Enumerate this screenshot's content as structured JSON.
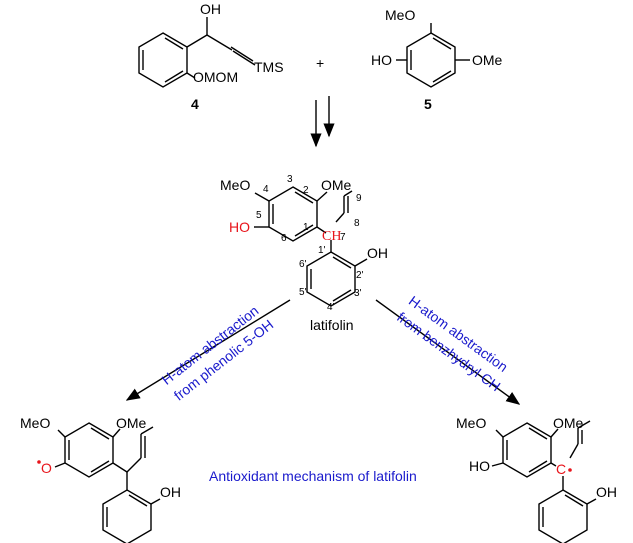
{
  "compound4": {
    "oh": "OH",
    "omom": "OMOM",
    "tms": "TMS",
    "id": "4"
  },
  "plus_sign": "+",
  "compound5": {
    "meo": "MeO",
    "ho": "HO",
    "ome": "OMe",
    "id": "5"
  },
  "latifolin": {
    "meo": "MeO",
    "ome": "OMe",
    "ho": "HO",
    "oh": "OH",
    "ch": "CH",
    "name": "latifolin",
    "numbers": [
      "4",
      "3",
      "2",
      "5",
      "1",
      "6",
      "7",
      "8",
      "9",
      "1'",
      "6'",
      "2'",
      "5'",
      "3'",
      "4'"
    ]
  },
  "arrow_left_label": [
    "H-atom abstraction",
    "from phenolic 5-OH"
  ],
  "arrow_right_label": [
    "H-atom abstraction",
    "from benzhydryl CH"
  ],
  "product_left": {
    "meo": "MeO",
    "ome": "OMe",
    "o_radical": "O",
    "oh": "OH"
  },
  "product_right": {
    "meo": "MeO",
    "ome": "OMe",
    "ho": "HO",
    "c_radical": "C",
    "oh": "OH"
  },
  "caption": "Antioxidant mechanism of latifolin",
  "colors": {
    "text": "#000000",
    "radical_red": "#e8141b",
    "label_blue": "#1a1acc"
  }
}
